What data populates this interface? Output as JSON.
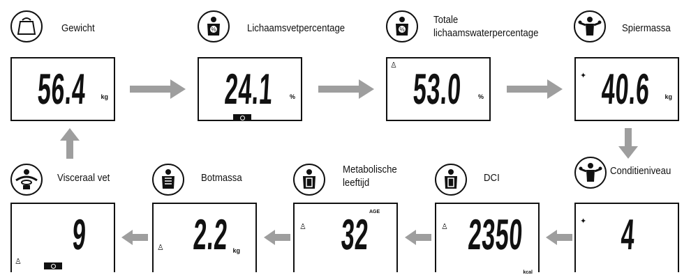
{
  "metrics": [
    {
      "label_lines": [
        "Gewicht"
      ],
      "value": "56.4",
      "unit": "kg",
      "icon": "weight-icon"
    },
    {
      "label_lines": [
        "Lichaamsvetpercentage"
      ],
      "value": "24.1",
      "unit": "%",
      "icon": "body-fat-icon"
    },
    {
      "label_lines": [
        "Totale",
        "lichaamswaterpercentage"
      ],
      "value": "53.0",
      "unit": "%",
      "icon": "body-water-icon"
    },
    {
      "label_lines": [
        "Spiermassa"
      ],
      "value": "40.6",
      "unit": "kg",
      "icon": "muscle-icon"
    },
    {
      "label_lines": [
        "Conditieniveau"
      ],
      "value": "4",
      "unit": "",
      "icon": "physique-icon"
    },
    {
      "label_lines": [
        "DCI"
      ],
      "value": "2350",
      "unit": "kcal",
      "icon": "dci-icon"
    },
    {
      "label_lines": [
        "Metabolische",
        "leeftijd"
      ],
      "value": "32",
      "unit": "",
      "extra": "AGE",
      "icon": "metabolic-age-icon"
    },
    {
      "label_lines": [
        "Botmassa"
      ],
      "value": "2.2",
      "unit": "kg",
      "icon": "bone-mass-icon"
    },
    {
      "label_lines": [
        "Visceraal vet"
      ],
      "value": "9",
      "unit": "",
      "icon": "visceral-fat-icon"
    }
  ],
  "colors": {
    "arrow": "#9e9e9e",
    "line": "#111111"
  }
}
